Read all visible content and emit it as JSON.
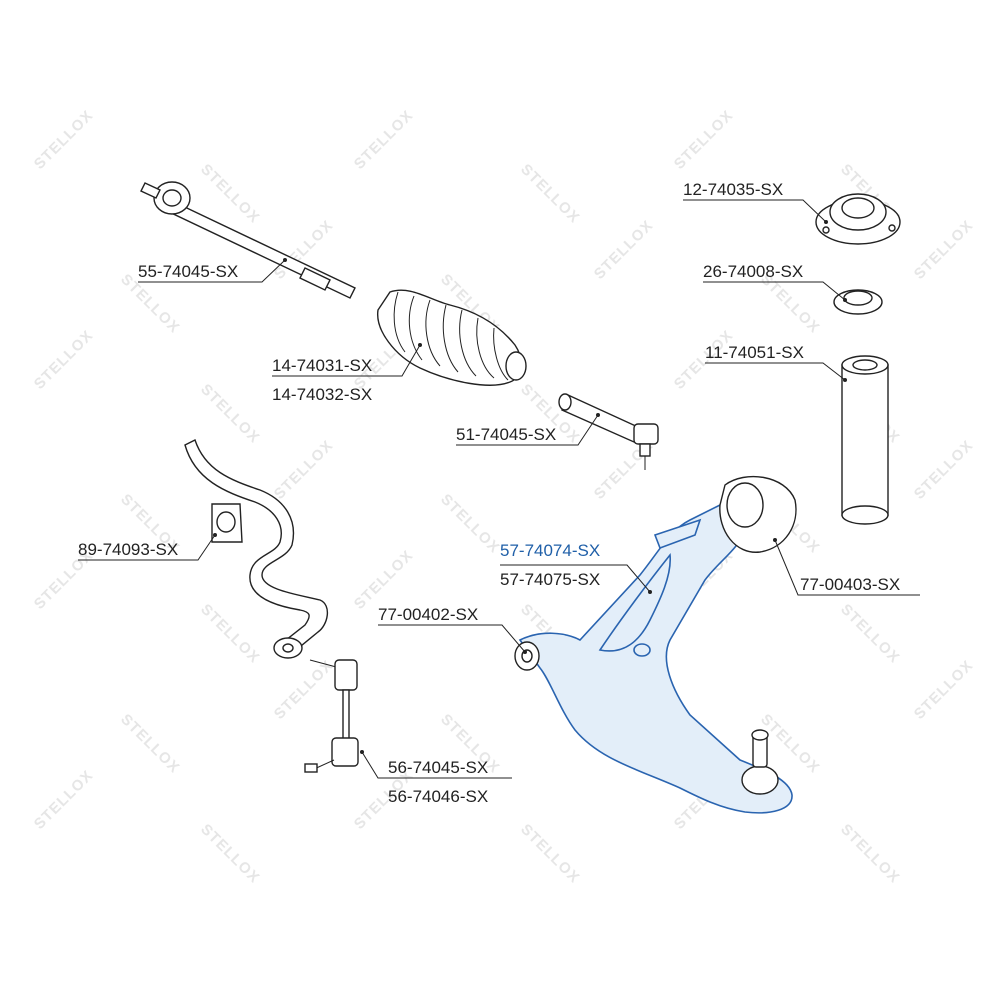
{
  "watermark": {
    "brand": "STELLOX"
  },
  "parts": {
    "tie_rod": "55-74045-SX",
    "boot_a": "14-74031-SX",
    "boot_b": "14-74032-SX",
    "tie_rod_end": "51-74045-SX",
    "strut_mount": "12-74035-SX",
    "bearing": "26-74008-SX",
    "dust_boot": "11-74051-SX",
    "stab_bushing": "89-74093-SX",
    "control_arm_a": "57-74074-SX",
    "control_arm_b": "57-74075-SX",
    "arm_bushing_front": "77-00402-SX",
    "arm_bushing_rear": "77-00403-SX",
    "stab_link_a": "56-74045-SX",
    "stab_link_b": "56-74046-SX"
  },
  "colors": {
    "highlight": "#1f5fa8",
    "lines": "#222222"
  }
}
